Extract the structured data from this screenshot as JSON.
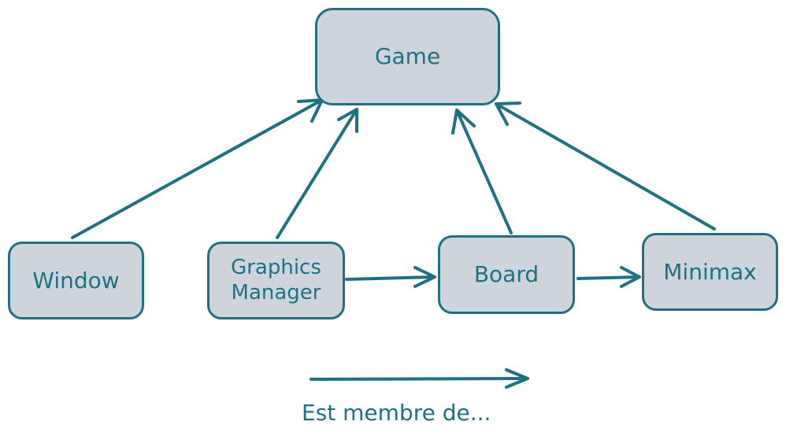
{
  "colors": {
    "stroke": "#1e7182",
    "node_fill": "#ced4dc",
    "background": "#ffffff"
  },
  "nodes": {
    "game": "Game",
    "window": "Window",
    "graphics_manager": [
      "Graphics",
      "Manager"
    ],
    "board": "Board",
    "minimax": "Minimax"
  },
  "legend": {
    "label": "Est membre de..."
  }
}
